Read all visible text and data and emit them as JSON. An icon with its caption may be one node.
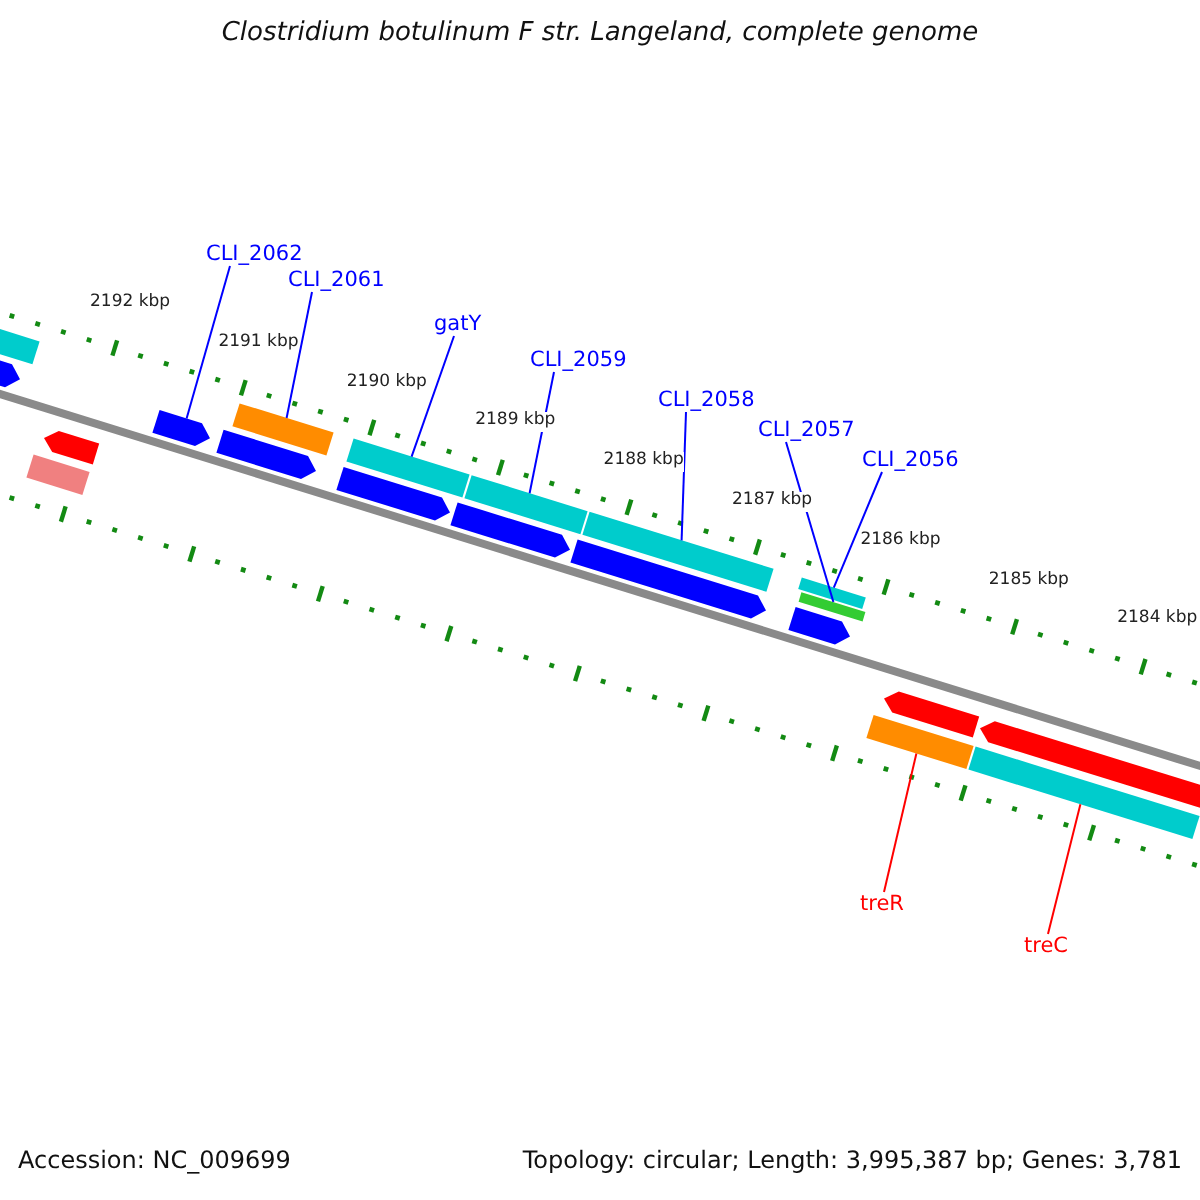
{
  "diagram": {
    "title": "Clostridium botulinum F str. Langeland, complete genome",
    "nodes": [
      {
        "text": [
          "CLI_2062"
        ]
      },
      {
        "text": [
          "CLI_2061"
        ]
      },
      {
        "text": [
          "gatY"
        ]
      },
      {
        "text": [
          "CLI_2059"
        ]
      },
      {
        "text": [
          "CLI_2058"
        ]
      },
      {
        "text": [
          "CLI_2057"
        ]
      },
      {
        "text": [
          "CLI_2056"
        ]
      },
      {
        "text": [
          "treR"
        ]
      },
      {
        "text": [
          "treC"
        ]
      },
      {
        "text": [],
        "shape": "bar"
      },
      {
        "text": [],
        "shape": "bar"
      },
      {
        "text": [],
        "shape": "bar"
      },
      {
        "text": [],
        "shape": "bar"
      },
      {
        "text": [],
        "shape": "bar"
      },
      {
        "text": [],
        "shape": "bar"
      },
      {
        "text": [],
        "shape": "bar"
      },
      {
        "text": [],
        "shape": "bar"
      },
      {
        "text": [],
        "shape": "bar"
      },
      {
        "text": [],
        "shape": "bar"
      },
      {
        "text": [],
        "shape": "bar"
      },
      {
        "text": [],
        "shape": "bar"
      },
      {
        "text": [],
        "shape": "bar"
      },
      {
        "text": [],
        "shape": "bar"
      },
      {
        "text": [],
        "shape": "bar"
      },
      {
        "text": [],
        "shape": "bar"
      },
      {
        "text": [],
        "shape": "bar"
      },
      {
        "text": [],
        "shape": "bar"
      },
      {
        "text": [],
        "shape": "bar"
      },
      {
        "text": [],
        "shape": "bar"
      }
    ],
    "edges": [
      {
        "from": 0,
        "to": 13,
        "arrow": "none"
      },
      {
        "from": 1,
        "to": 15,
        "arrow": "none"
      },
      {
        "from": 2,
        "to": 17,
        "arrow": "none"
      },
      {
        "from": 3,
        "to": 19,
        "arrow": "none"
      },
      {
        "from": 4,
        "to": 21,
        "arrow": "none"
      },
      {
        "from": 5,
        "to": 24,
        "arrow": "none"
      },
      {
        "from": 6,
        "to": 23,
        "arrow": "none"
      },
      {
        "from": 7,
        "to": 25,
        "arrow": "none",
        "color": "#ff0000"
      },
      {
        "from": 8,
        "to": 27,
        "arrow": "none",
        "color": "#ff0000"
      }
    ],
    "labels": [
      "2192 kbp",
      "2191 kbp",
      "2190 kbp",
      "2189 kbp",
      "2188 kbp",
      "2187 kbp",
      "2186 kbp",
      "2185 kbp",
      "2184 kbp",
      "Accession: NC_009699",
      "Topology: circular; Length: 3,995,387 bp; Genes: 3,781"
    ]
  }
}
